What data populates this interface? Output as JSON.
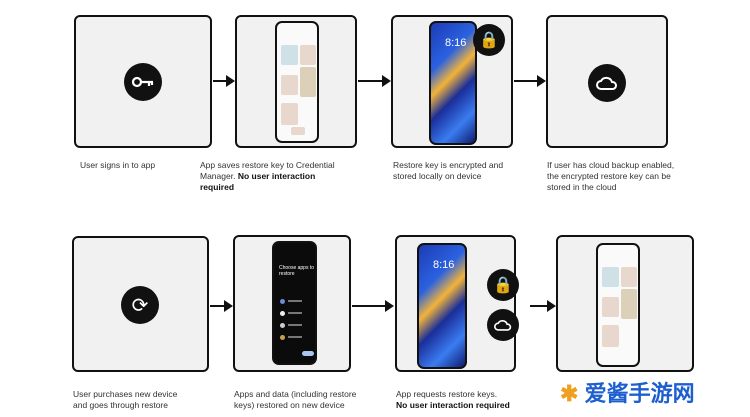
{
  "steps": [
    {
      "caption": "User signs in to app",
      "icon": "key-icon"
    },
    {
      "caption": "App saves restore key to Credential Manager.",
      "bold": "No user interaction required"
    },
    {
      "caption": "Restore key is encrypted and stored locally on device",
      "clock": "8:16",
      "icon": "lock-icon"
    },
    {
      "caption": "If user has cloud backup enabled, the encrypted restore key can be stored in the cloud",
      "icon": "cloud-icon"
    },
    {
      "caption": "User purchases new device and goes through restore",
      "icon": "sync-icon"
    },
    {
      "caption": "Apps and data (including restore keys) restored on new device",
      "screen_title": "Choose apps to restore"
    },
    {
      "caption": "App requests restore keys.",
      "bold": "No user interaction required",
      "clock": "8:16"
    },
    {
      "caption": ""
    }
  ],
  "watermark": "爱酱手游网"
}
